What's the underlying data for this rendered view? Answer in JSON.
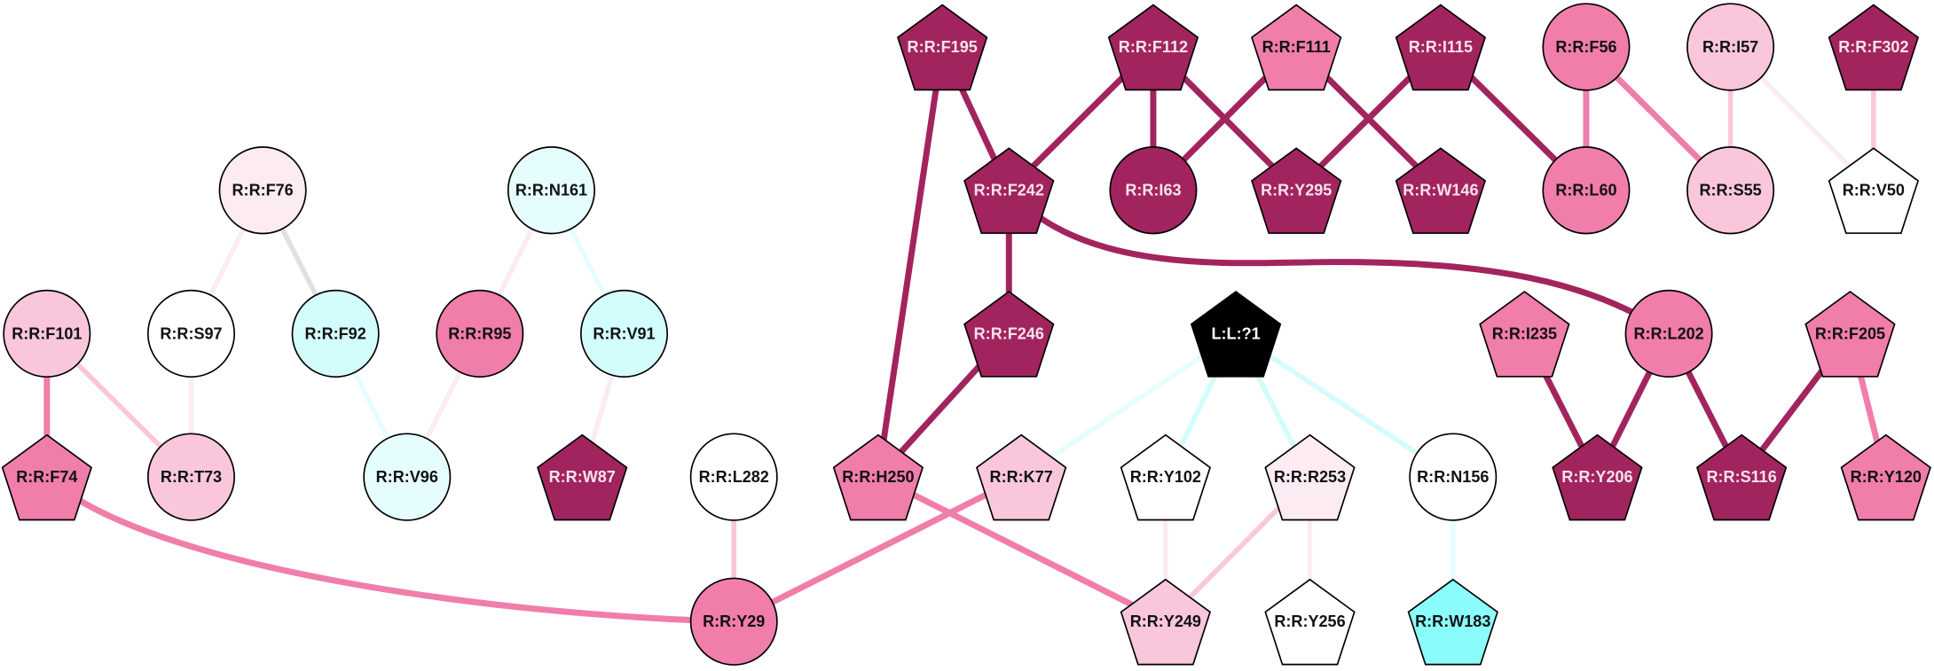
{
  "diagram": {
    "type": "residue-interaction-network",
    "palette": {
      "dark": "#a2245e",
      "medium": "#f07daa",
      "light": "#f9c6dc",
      "pale": "#fcebf2",
      "white": "#ffffff",
      "cyan_pale": "#e6fdfd",
      "cyan_light": "#d3fcfc",
      "cyan": "#8afcfc",
      "ligand": "#000000",
      "grey": "#e0e0e0"
    },
    "nodes": [
      {
        "id": "F195",
        "label": "R:R:F195",
        "shape": "pentagon",
        "fill": "dark",
        "text": "light"
      },
      {
        "id": "F112",
        "label": "R:R:F112",
        "shape": "pentagon",
        "fill": "dark",
        "text": "light"
      },
      {
        "id": "F111",
        "label": "R:R:F111",
        "shape": "pentagon",
        "fill": "medium",
        "text": "dark"
      },
      {
        "id": "I115",
        "label": "R:R:I115",
        "shape": "pentagon",
        "fill": "dark",
        "text": "light"
      },
      {
        "id": "F56",
        "label": "R:R:F56",
        "shape": "circle",
        "fill": "medium",
        "text": "dark"
      },
      {
        "id": "I57",
        "label": "R:R:I57",
        "shape": "circle",
        "fill": "light",
        "text": "dark"
      },
      {
        "id": "F302",
        "label": "R:R:F302",
        "shape": "pentagon",
        "fill": "dark",
        "text": "light"
      },
      {
        "id": "F76",
        "label": "R:R:F76",
        "shape": "circle",
        "fill": "pale",
        "text": "dark"
      },
      {
        "id": "N161",
        "label": "R:R:N161",
        "shape": "circle",
        "fill": "cyan_pale",
        "text": "dark"
      },
      {
        "id": "F242",
        "label": "R:R:F242",
        "shape": "pentagon",
        "fill": "dark",
        "text": "light"
      },
      {
        "id": "I63",
        "label": "R:R:I63",
        "shape": "circle",
        "fill": "dark",
        "text": "light"
      },
      {
        "id": "Y295",
        "label": "R:R:Y295",
        "shape": "pentagon",
        "fill": "dark",
        "text": "light"
      },
      {
        "id": "W146",
        "label": "R:R:W146",
        "shape": "pentagon",
        "fill": "dark",
        "text": "light"
      },
      {
        "id": "L60",
        "label": "R:R:L60",
        "shape": "circle",
        "fill": "medium",
        "text": "dark"
      },
      {
        "id": "S55",
        "label": "R:R:S55",
        "shape": "circle",
        "fill": "light",
        "text": "dark"
      },
      {
        "id": "V50",
        "label": "R:R:V50",
        "shape": "pentagon",
        "fill": "white",
        "text": "dark"
      },
      {
        "id": "F101",
        "label": "R:R:F101",
        "shape": "circle",
        "fill": "light",
        "text": "dark"
      },
      {
        "id": "S97",
        "label": "R:R:S97",
        "shape": "circle",
        "fill": "white",
        "text": "dark"
      },
      {
        "id": "F92",
        "label": "R:R:F92",
        "shape": "circle",
        "fill": "cyan_light",
        "text": "dark"
      },
      {
        "id": "R95",
        "label": "R:R:R95",
        "shape": "circle",
        "fill": "medium",
        "text": "dark"
      },
      {
        "id": "V91",
        "label": "R:R:V91",
        "shape": "circle",
        "fill": "cyan_light",
        "text": "dark"
      },
      {
        "id": "F246",
        "label": "R:R:F246",
        "shape": "pentagon",
        "fill": "dark",
        "text": "light"
      },
      {
        "id": "LIG",
        "label": "L:L:?1",
        "shape": "pentagon",
        "fill": "ligand",
        "text": "white"
      },
      {
        "id": "I235",
        "label": "R:R:I235",
        "shape": "pentagon",
        "fill": "medium",
        "text": "dark"
      },
      {
        "id": "L202",
        "label": "R:R:L202",
        "shape": "circle",
        "fill": "medium",
        "text": "dark"
      },
      {
        "id": "F205",
        "label": "R:R:F205",
        "shape": "pentagon",
        "fill": "medium",
        "text": "dark"
      },
      {
        "id": "F74",
        "label": "R:R:F74",
        "shape": "pentagon",
        "fill": "medium",
        "text": "dark"
      },
      {
        "id": "T73",
        "label": "R:R:T73",
        "shape": "circle",
        "fill": "light",
        "text": "dark"
      },
      {
        "id": "V96",
        "label": "R:R:V96",
        "shape": "circle",
        "fill": "cyan_pale",
        "text": "dark"
      },
      {
        "id": "W87",
        "label": "R:R:W87",
        "shape": "pentagon",
        "fill": "dark",
        "text": "light"
      },
      {
        "id": "L282",
        "label": "R:R:L282",
        "shape": "circle",
        "fill": "white",
        "text": "dark"
      },
      {
        "id": "H250",
        "label": "R:R:H250",
        "shape": "pentagon",
        "fill": "medium",
        "text": "dark"
      },
      {
        "id": "K77",
        "label": "R:R:K77",
        "shape": "pentagon",
        "fill": "light",
        "text": "dark"
      },
      {
        "id": "Y102",
        "label": "R:R:Y102",
        "shape": "pentagon",
        "fill": "white",
        "text": "dark"
      },
      {
        "id": "R253",
        "label": "R:R:R253",
        "shape": "pentagon",
        "fill": "pale",
        "text": "dark"
      },
      {
        "id": "N156",
        "label": "R:R:N156",
        "shape": "circle",
        "fill": "white",
        "text": "dark"
      },
      {
        "id": "Y206",
        "label": "R:R:Y206",
        "shape": "pentagon",
        "fill": "dark",
        "text": "light"
      },
      {
        "id": "S116",
        "label": "R:R:S116",
        "shape": "pentagon",
        "fill": "dark",
        "text": "light"
      },
      {
        "id": "Y120",
        "label": "R:R:Y120",
        "shape": "pentagon",
        "fill": "medium",
        "text": "dark"
      },
      {
        "id": "Y29",
        "label": "R:R:Y29",
        "shape": "circle",
        "fill": "medium",
        "text": "dark"
      },
      {
        "id": "Y249",
        "label": "R:R:Y249",
        "shape": "pentagon",
        "fill": "light",
        "text": "dark"
      },
      {
        "id": "Y256",
        "label": "R:R:Y256",
        "shape": "pentagon",
        "fill": "white",
        "text": "dark"
      },
      {
        "id": "W183",
        "label": "R:R:W183",
        "shape": "pentagon",
        "fill": "cyan",
        "text": "dark"
      }
    ],
    "edges": [
      {
        "source": "F195",
        "target": "F242",
        "color": "dark",
        "weight": "strong"
      },
      {
        "source": "F195",
        "target": "H250",
        "color": "dark",
        "weight": "strong"
      },
      {
        "source": "F112",
        "target": "F242",
        "color": "dark",
        "weight": "strong"
      },
      {
        "source": "F112",
        "target": "I63",
        "color": "dark",
        "weight": "strong"
      },
      {
        "source": "F112",
        "target": "Y295",
        "color": "dark",
        "weight": "strong"
      },
      {
        "source": "F111",
        "target": "I63",
        "color": "dark",
        "weight": "strong"
      },
      {
        "source": "F111",
        "target": "W146",
        "color": "dark",
        "weight": "strong"
      },
      {
        "source": "I115",
        "target": "Y295",
        "color": "dark",
        "weight": "strong"
      },
      {
        "source": "I115",
        "target": "L60",
        "color": "dark",
        "weight": "strong"
      },
      {
        "source": "F56",
        "target": "L60",
        "color": "medium",
        "weight": "medium"
      },
      {
        "source": "F56",
        "target": "S55",
        "color": "medium",
        "weight": "medium"
      },
      {
        "source": "I57",
        "target": "S55",
        "color": "light",
        "weight": "weak"
      },
      {
        "source": "I57",
        "target": "V50",
        "color": "pale",
        "weight": "weak"
      },
      {
        "source": "F302",
        "target": "V50",
        "color": "light",
        "weight": "weak"
      },
      {
        "source": "F242",
        "target": "F246",
        "color": "dark",
        "weight": "strong"
      },
      {
        "source": "F242",
        "target": "L202",
        "color": "dark",
        "weight": "strong",
        "curved": true
      },
      {
        "source": "F246",
        "target": "H250",
        "color": "dark",
        "weight": "strong"
      },
      {
        "source": "F76",
        "target": "S97",
        "color": "pale",
        "weight": "weak"
      },
      {
        "source": "F76",
        "target": "F92",
        "color": "grey",
        "weight": "weak"
      },
      {
        "source": "N161",
        "target": "R95",
        "color": "pale",
        "weight": "weak"
      },
      {
        "source": "N161",
        "target": "V91",
        "color": "cyan_pale",
        "weight": "weak"
      },
      {
        "source": "F101",
        "target": "F74",
        "color": "medium",
        "weight": "medium"
      },
      {
        "source": "F101",
        "target": "T73",
        "color": "light",
        "weight": "weak"
      },
      {
        "source": "S97",
        "target": "T73",
        "color": "pale",
        "weight": "weak"
      },
      {
        "source": "F92",
        "target": "V96",
        "color": "cyan_pale",
        "weight": "weak"
      },
      {
        "source": "R95",
        "target": "V96",
        "color": "pale",
        "weight": "weak"
      },
      {
        "source": "V91",
        "target": "W87",
        "color": "pale",
        "weight": "weak"
      },
      {
        "source": "F74",
        "target": "Y29",
        "color": "medium",
        "weight": "medium",
        "curved": true
      },
      {
        "source": "L282",
        "target": "Y29",
        "color": "light",
        "weight": "weak"
      },
      {
        "source": "K77",
        "target": "Y29",
        "color": "medium",
        "weight": "medium"
      },
      {
        "source": "H250",
        "target": "Y249",
        "color": "medium",
        "weight": "medium"
      },
      {
        "source": "LIG",
        "target": "K77",
        "color": "cyan_pale",
        "weight": "weak"
      },
      {
        "source": "LIG",
        "target": "Y102",
        "color": "cyan_light",
        "weight": "weak"
      },
      {
        "source": "LIG",
        "target": "R253",
        "color": "cyan_light",
        "weight": "weak"
      },
      {
        "source": "LIG",
        "target": "N156",
        "color": "cyan_light",
        "weight": "weak"
      },
      {
        "source": "Y102",
        "target": "Y249",
        "color": "pale",
        "weight": "weak"
      },
      {
        "source": "R253",
        "target": "Y249",
        "color": "light",
        "weight": "weak"
      },
      {
        "source": "R253",
        "target": "Y256",
        "color": "pale",
        "weight": "weak"
      },
      {
        "source": "N156",
        "target": "W183",
        "color": "cyan_pale",
        "weight": "weak"
      },
      {
        "source": "I235",
        "target": "Y206",
        "color": "dark",
        "weight": "strong"
      },
      {
        "source": "L202",
        "target": "Y206",
        "color": "dark",
        "weight": "strong"
      },
      {
        "source": "L202",
        "target": "S116",
        "color": "dark",
        "weight": "strong"
      },
      {
        "source": "F205",
        "target": "S116",
        "color": "dark",
        "weight": "strong"
      },
      {
        "source": "F205",
        "target": "Y120",
        "color": "medium",
        "weight": "medium"
      }
    ]
  }
}
